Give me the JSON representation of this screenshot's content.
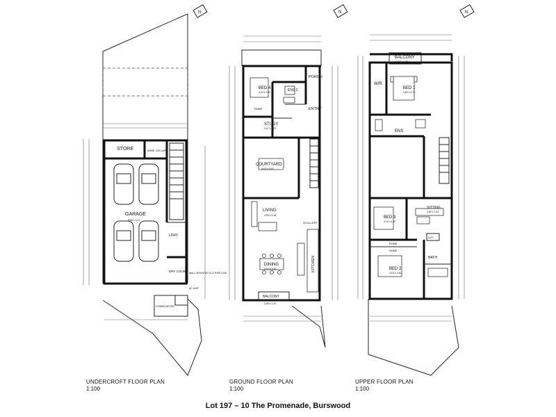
{
  "title": "Lot 197 – 10 The Promenade,  Burswood",
  "scale": "1:100",
  "north_marker": "N",
  "plans": {
    "undercroft": {
      "caption": "UNDERCROFT FLOOR PLAN",
      "rooms": {
        "store": "STORE",
        "wine_cellar": "WINE CELLAR",
        "garage": "GARAGE",
        "garage_size": "8.83 x 11.5",
        "ldry": "LDRY",
        "dry_court": "DRY COURT",
        "clothes_line": "WALL MOUNTED CLOTHES LINE",
        "ac_unit": "AC UNIT",
        "comms": "COMMS METER"
      }
    },
    "ground": {
      "caption": "GROUND FLOOR PLAN",
      "rooms": {
        "bed4": "BED 4",
        "bed4_size": "3.40 x 3.20",
        "ens2": "ENS 2",
        "porch": "PORCH",
        "entry": "ENTRY",
        "study": "STUDY",
        "study_size": "3.47 x 2.23",
        "robe": "ROBE",
        "courtyard": "COURTYARD",
        "courtyard_size": "4.63 x 5.83",
        "living": "LIVING",
        "living_size": "4.53 x 4.36",
        "scullery": "SCULLERY",
        "kitchen": "KITCHEN",
        "dining": "DINING",
        "dining_size": "4.53 x 3.36",
        "balcony": "BALCONY",
        "balcony_size": "3.86 x 1.20"
      }
    },
    "upper": {
      "caption": "UPPER FLOOR PLAN",
      "rooms": {
        "balcony": "BALCONY",
        "balcony_size": "3.87 x 1.20",
        "wir": "WIR",
        "bed1": "BED 1",
        "bed1_size": "3.80 x 4.70",
        "ens": "ENS",
        "bed3": "BED 3",
        "bed3_size": "3.24 x 4.00",
        "sitting": "SITTING",
        "sitting_size": "3.80 x 3.33",
        "robe": "ROBE",
        "bed2": "BED 2",
        "bed2_size": "4.03 x 3.30",
        "bath": "BATH",
        "lift": "LIFT"
      }
    }
  }
}
